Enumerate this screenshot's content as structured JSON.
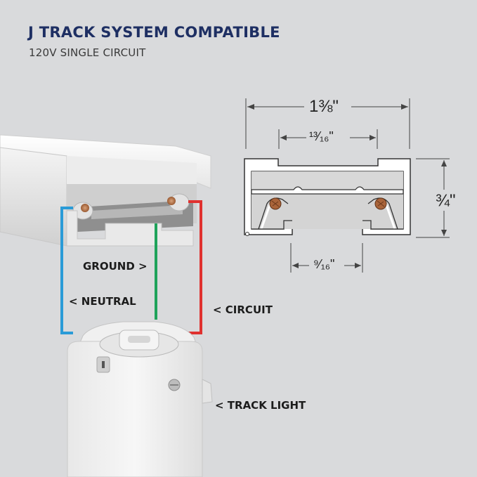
{
  "header": {
    "title": "J TRACK SYSTEM COMPATIBLE",
    "subtitle": "120V SINGLE CIRCUIT"
  },
  "callouts": {
    "ground": "GROUND >",
    "neutral": "< NEUTRAL",
    "circuit": "< CIRCUIT",
    "track_light": "< TRACK LIGHT"
  },
  "dimensions": {
    "overall_width": "1⅜\"",
    "inner_width": "¹³⁄₁₆\"",
    "bottom_opening": "⁹⁄₁₆\"",
    "height": "¾\""
  },
  "colors": {
    "title": "#1e2f63",
    "neutral_wire": "#2a9bd7",
    "ground_wire": "#1fa35a",
    "circuit_wire": "#e0312f",
    "background": "#d9dadc"
  }
}
